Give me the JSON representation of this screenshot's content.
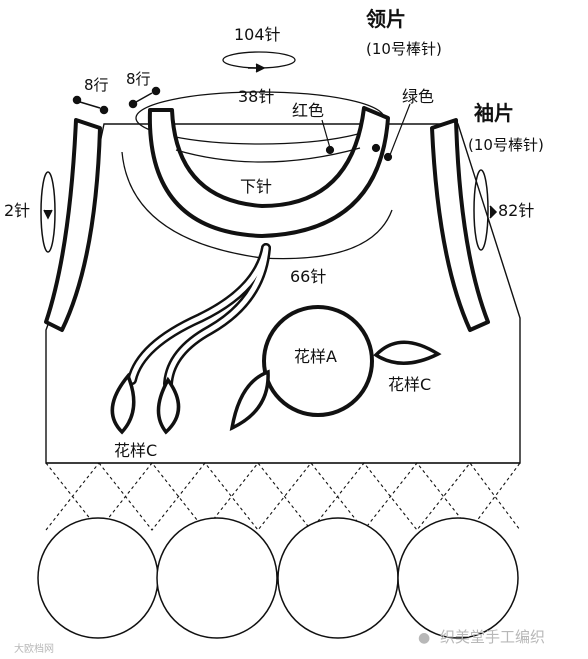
{
  "colors": {
    "ink": "#111111",
    "watermark": "#b8b8b8",
    "background": "#ffffff"
  },
  "collar": {
    "title": "领片",
    "needle": "(10号棒针)",
    "top_count": "104针",
    "neck_count": "38针",
    "red_label": "红色",
    "green_label": "绿色",
    "inner_label": "下针",
    "bottom_count": "66针"
  },
  "sleeve": {
    "title": "袖片",
    "needle": "(10号棒针)",
    "left_count": "2针",
    "right_count": "82针"
  },
  "shoulder": {
    "left_rows": "8行",
    "right_rows": "8行"
  },
  "patterns": {
    "a": "花样A",
    "c_right": "花样C",
    "c_left": "花样C"
  },
  "watermark": {
    "brand": "织美堂手工编织",
    "corner": "大欧档网"
  }
}
